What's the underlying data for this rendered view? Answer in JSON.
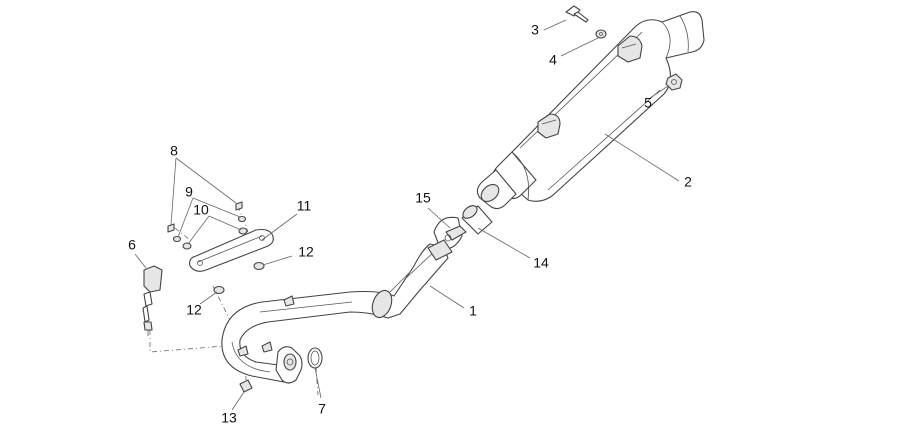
{
  "callouts": {
    "c1": "1",
    "c2": "2",
    "c3": "3",
    "c4": "4",
    "c5": "5",
    "c6": "6",
    "c7": "7",
    "c8": "8",
    "c9": "9",
    "c10": "10",
    "c11": "11",
    "c12a": "12",
    "c12b": "12",
    "c13": "13",
    "c14": "14",
    "c15": "15"
  },
  "colors": {
    "line": "#444444",
    "leader": "#666666",
    "text": "#111111",
    "background": "#ffffff"
  }
}
